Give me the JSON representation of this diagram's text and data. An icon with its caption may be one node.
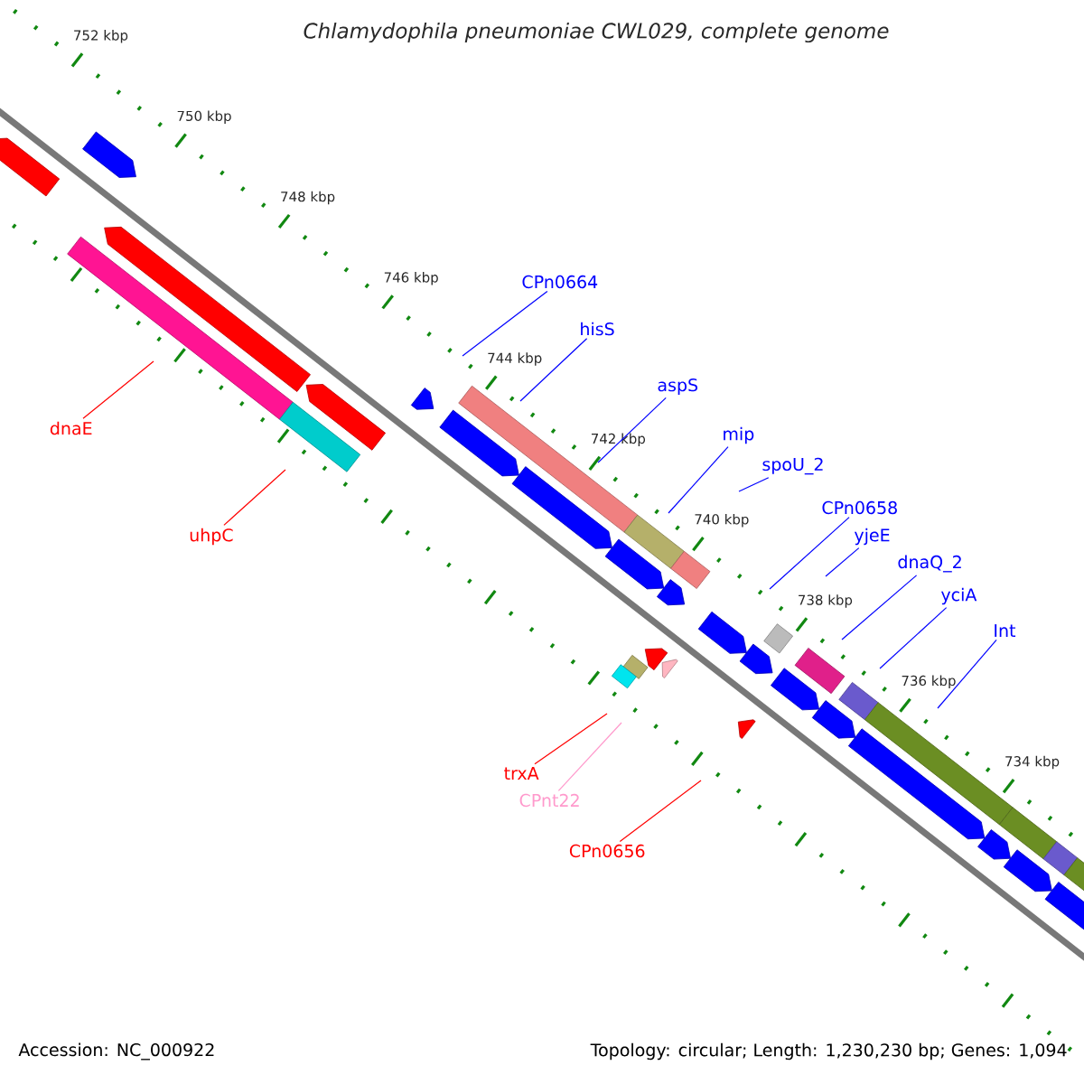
{
  "diagram": {
    "title": "Chlamydophila pneumoniae CWL029, complete genome",
    "nodes": [
      {
        "text": [
          "CPn0664"
        ]
      },
      {
        "text": [
          "hisS"
        ]
      },
      {
        "text": [
          "aspS"
        ]
      },
      {
        "text": [
          "dnaE"
        ]
      },
      {
        "text": [
          "mip"
        ]
      },
      {
        "text": [
          "spoU_2"
        ]
      },
      {
        "text": [
          "CPn0658"
        ]
      },
      {
        "text": [
          "uhpC"
        ]
      },
      {
        "text": [
          "yjeE"
        ]
      },
      {
        "text": [
          "dnaQ_2"
        ]
      },
      {
        "text": [
          "yciA"
        ]
      },
      {
        "text": [
          "Int"
        ]
      },
      {
        "text": [
          "trxA"
        ]
      },
      {
        "text": [
          "CPnt22"
        ]
      },
      {
        "text": [
          "CPn0656"
        ]
      }
    ],
    "edges": [
      {
        "from": 0,
        "to": null,
        "arrow": "none"
      },
      {
        "from": 1,
        "to": null,
        "arrow": "none"
      },
      {
        "from": 2,
        "to": null,
        "arrow": "none"
      },
      {
        "from": 3,
        "to": null,
        "arrow": "none",
        "color": "#ff0000"
      },
      {
        "from": 4,
        "to": null,
        "arrow": "none"
      },
      {
        "from": 5,
        "to": null,
        "arrow": "none"
      },
      {
        "from": 6,
        "to": null,
        "arrow": "none"
      },
      {
        "from": 7,
        "to": null,
        "arrow": "none",
        "color": "#ff0000"
      },
      {
        "from": 8,
        "to": null,
        "arrow": "none"
      },
      {
        "from": 9,
        "to": null,
        "arrow": "none"
      },
      {
        "from": 10,
        "to": null,
        "arrow": "none"
      },
      {
        "from": 11,
        "to": null,
        "arrow": "none"
      },
      {
        "from": 12,
        "to": null,
        "arrow": "none",
        "color": "#ff0000"
      },
      {
        "from": 13,
        "to": null,
        "arrow": "none",
        "color": "#ff99cc"
      },
      {
        "from": 14,
        "to": null,
        "arrow": "none",
        "color": "#ff0000"
      }
    ],
    "labels": [
      "752 kbp",
      "750 kbp",
      "748 kbp",
      "746 kbp",
      "744 kbp",
      "742 kbp",
      "740 kbp",
      "738 kbp",
      "736 kbp",
      "734 kbp",
      "Accession: NC_000922",
      "Topology: circular; Length: 1,230,230 bp; Genes: 1,094"
    ]
  }
}
